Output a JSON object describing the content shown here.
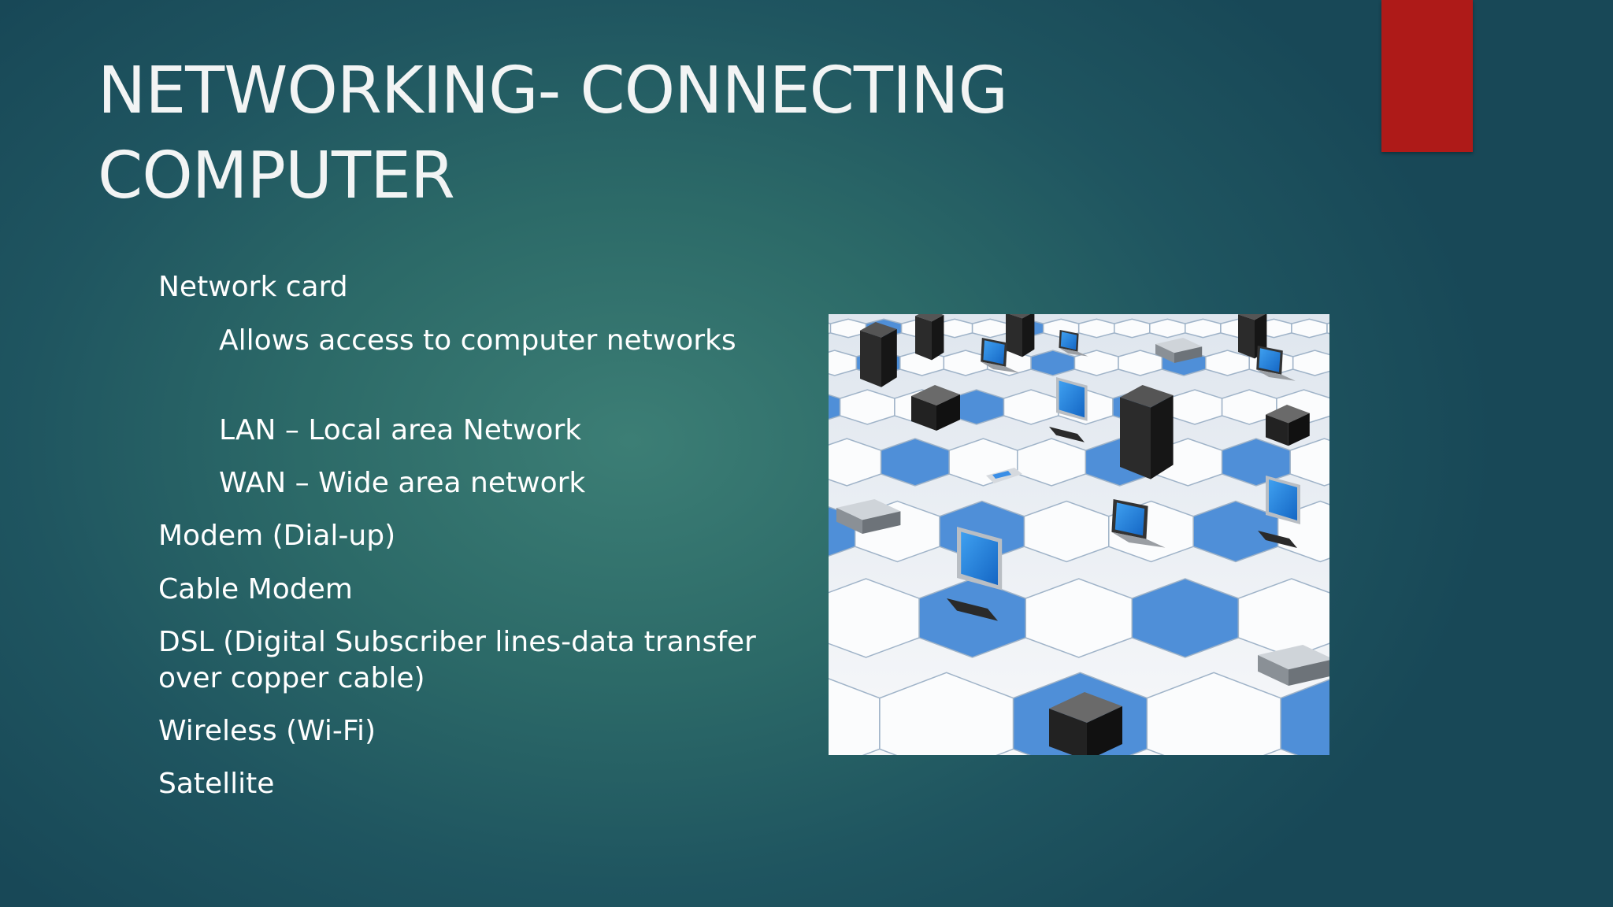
{
  "slide": {
    "title_line1": "NETWORKING- CONNECTING",
    "title_line2": "COMPUTER",
    "bullets": [
      {
        "text": "Network card",
        "level": 1
      },
      {
        "text": "Allows access to computer networks",
        "level": 2
      },
      {
        "text": "LAN – Local area Network",
        "level": 2
      },
      {
        "text": "WAN – Wide area network",
        "level": 2
      },
      {
        "text": "Modem (Dial-up)",
        "level": 1
      },
      {
        "text": "Cable Modem",
        "level": 1
      },
      {
        "text": "DSL (Digital Subscriber lines-data transfer",
        "level": 1
      },
      {
        "text": "over copper cable)",
        "level": 1
      },
      {
        "text": "Wireless (Wi-Fi)",
        "level": 1
      },
      {
        "text": "Satellite",
        "level": 1
      }
    ]
  },
  "colors": {
    "background": "#2c6a68",
    "accent_bar": "#ae1a18",
    "text": "#ffffff",
    "hex_tile_blue": "#4f8fd8"
  }
}
